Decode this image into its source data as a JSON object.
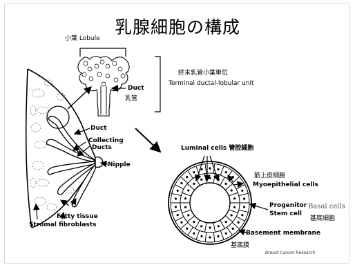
{
  "slide": {
    "title": "乳腺細胞の構成",
    "labels": {
      "lobule": "小葉 Lobule",
      "tdlu_jp": "終末乳管小葉単位",
      "tdlu_en": "Terminal ductal-lobular unit",
      "duct_en": "Duct",
      "duct_jp": "乳管",
      "duct_breast": "Duct",
      "collecting_ducts": "Collecting",
      "collecting_ducts_2": "Ducts",
      "nipple": "Nipple",
      "fatty_tissue": "Fatty tissue",
      "stromal_fibroblasts": "Stromal fibroblasts",
      "luminal_cells": "Luminal cells 管腔細胞",
      "myoepithelial_jp": "筋上皮細胞",
      "myoepithelial_en": "Myoepithelial cells",
      "progenitor": "Progenitor",
      "stem_cell": "Stem cell",
      "basal_cells_en": "Basal cells",
      "basal_cells_jp": "基底細胞",
      "basement_membrane": "Basement membrane",
      "basement_membrane_jp": "基底膜",
      "credit": "Breast Cancer Research"
    }
  }
}
